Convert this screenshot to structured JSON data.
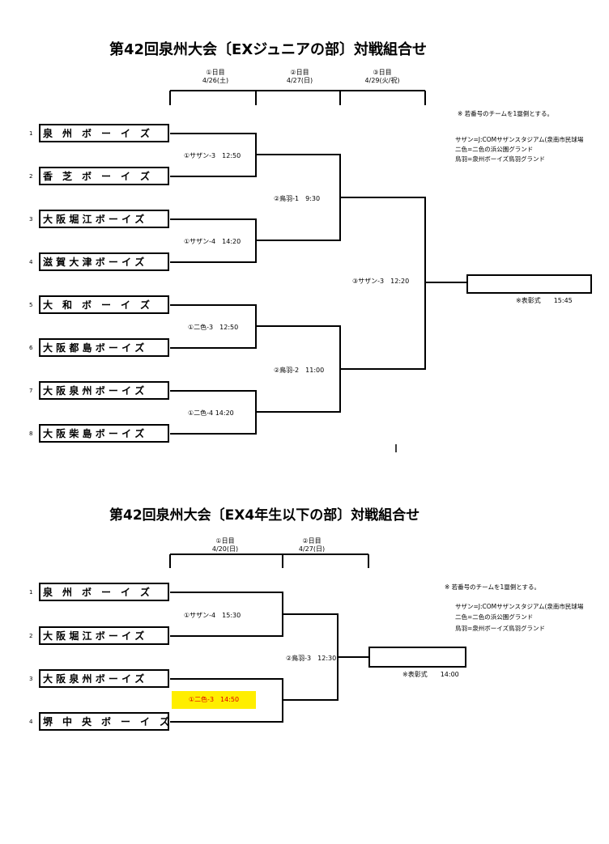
{
  "top": {
    "title": "第42回泉州大会〔EXジュニアの部〕対戦組合せ",
    "days": [
      {
        "label": "①日目",
        "date": "4/26(土)"
      },
      {
        "label": "②日目",
        "date": "4/27(日)"
      },
      {
        "label": "③日目",
        "date": "4/29(火/祝)"
      }
    ],
    "teams": [
      {
        "seed": "1",
        "name": "泉　州　ボ　ー　イ　ズ"
      },
      {
        "seed": "2",
        "name": "香　芝　ボ　ー　イ　ズ"
      },
      {
        "seed": "3",
        "name": "大 阪 堀 江 ボ ー イ ズ"
      },
      {
        "seed": "4",
        "name": "滋 賀 大 津 ボ ー イ ズ"
      },
      {
        "seed": "5",
        "name": "大　和　ボ　ー　イ　ズ"
      },
      {
        "seed": "6",
        "name": "大 阪 都 島 ボ ー イ ズ"
      },
      {
        "seed": "7",
        "name": "大 阪 泉 州 ボ ー イ ズ"
      },
      {
        "seed": "8",
        "name": "大 阪 柴 島 ボ ー イ ズ"
      }
    ],
    "matches": {
      "r1": [
        "①サザン-3　12:50",
        "①サザン-4　14:20",
        "①二色-3　12:50",
        "①二色-4 14:20"
      ],
      "r2": [
        "②鳥羽-1　9:30",
        "②鳥羽-2　11:00"
      ],
      "final": "③サザン-3　12:20",
      "ceremony": "※表彰式　　15:45"
    },
    "notes": [
      "※ 若番号のチームを1塁側とする。",
      "サザン=J:COMサザンスタジアム(泉南市民球場",
      "二色=二色の浜公園グランド",
      "鳥羽=泉州ボーイズ鳥羽グランド"
    ],
    "mark": "|"
  },
  "bottom": {
    "title": "第42回泉州大会〔EX4年生以下の部〕対戦組合せ",
    "days": [
      {
        "label": "①日目",
        "date": "4/20(日)"
      },
      {
        "label": "②日目",
        "date": "4/27(日)"
      }
    ],
    "teams": [
      {
        "seed": "1",
        "name": "泉　州　ボ　ー　イ　ズ"
      },
      {
        "seed": "2",
        "name": "大 阪 堀 江 ボ ー イ ズ"
      },
      {
        "seed": "3",
        "name": "大 阪 泉 州 ボ ー イ ズ"
      },
      {
        "seed": "4",
        "name": "堺　中　央　ボ　ー　イ　ズ"
      }
    ],
    "matches": {
      "r1": [
        "①サザン-4　15:30",
        "①二色-3　14:50"
      ],
      "final": "②鳥羽-3　12:30",
      "ceremony": "※表彰式　　14:00"
    },
    "notes": [
      "※ 若番号のチームを1塁側とする。",
      "サザン=J:COMサザンスタジアム(泉南市民球場",
      "二色=二色の浜公園グランド",
      "鳥羽=泉州ボーイズ鳥羽グランド"
    ],
    "highlight_color": "#ffee00"
  }
}
